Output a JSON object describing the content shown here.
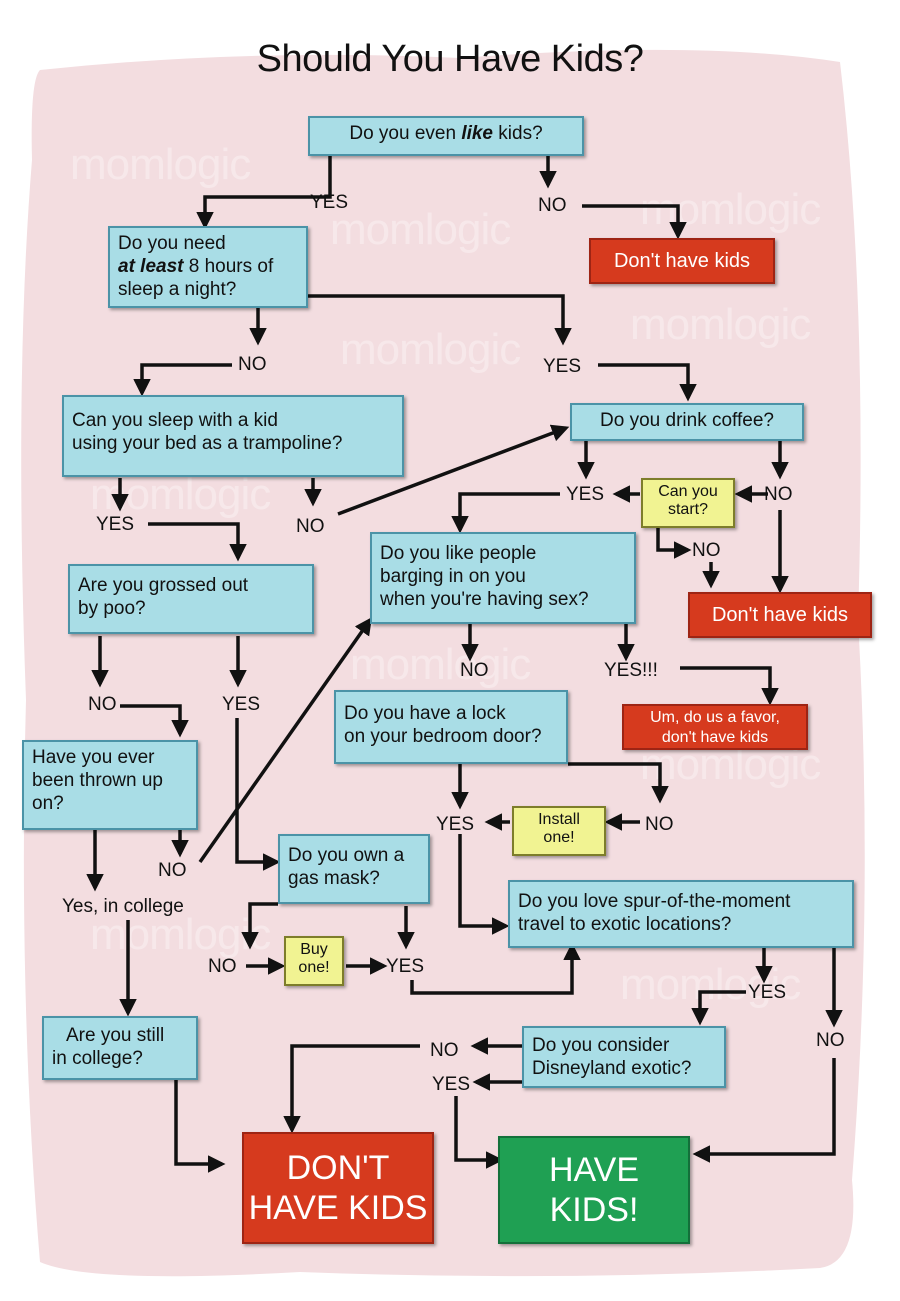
{
  "title": "Should You Have Kids?",
  "watermark": "momlogic",
  "colors": {
    "question_box": "#a9dde6",
    "suggestion_box": "#f1f392",
    "no_outcome": "#d63a1e",
    "yes_outcome": "#1fa053",
    "background": "#f3dde0"
  },
  "nodes": {
    "q_like_kids_pre": "Do you even ",
    "q_like_kids_em": "like",
    "q_like_kids_post": " kids?",
    "q_sleep_1": "Do you need",
    "q_sleep_em": "at least",
    "q_sleep_2": " 8 hours of",
    "q_sleep_3": "sleep a night?",
    "q_trampoline_1": "Can you sleep with a kid",
    "q_trampoline_2": "using your bed as a trampoline?",
    "q_coffee": "Do you drink coffee?",
    "q_can_start_1": "Can you",
    "q_can_start_2": "start?",
    "q_barging_1": "Do you like people",
    "q_barging_2": "barging in on you",
    "q_barging_3": "when you're having sex?",
    "q_poo_1": "Are you grossed out",
    "q_poo_2": "by poo?",
    "q_lock_1": "Do you have a lock",
    "q_lock_2": "on your bedroom door?",
    "q_install_1": "Install",
    "q_install_2": "one!",
    "q_thrown_1": "Have you ever",
    "q_thrown_2": "been thrown up",
    "q_thrown_3": "on?",
    "q_gas_1": "Do you own a",
    "q_gas_2": "gas mask?",
    "q_buy_1": "Buy",
    "q_buy_2": "one!",
    "q_travel_1": "Do you love spur-of-the-moment",
    "q_travel_2": "travel to exotic locations?",
    "q_college_1": "Are you still",
    "q_college_2": "in college?",
    "q_disney_1": "Do you consider",
    "q_disney_2": "Disneyland exotic?"
  },
  "outcomes": {
    "dont_1": "Don't have kids",
    "dont_2": "Don't have kids",
    "favor_1": "Um, do us a favor,",
    "favor_2": "don't have kids",
    "final_dont_1": "DON'T",
    "final_dont_2": "HAVE KIDS",
    "final_have_1": "HAVE",
    "final_have_2": "KIDS!"
  },
  "labels": {
    "yes": "YES",
    "no": "NO",
    "yes_excl": "YES!!!",
    "yes_college": "Yes, in college"
  }
}
